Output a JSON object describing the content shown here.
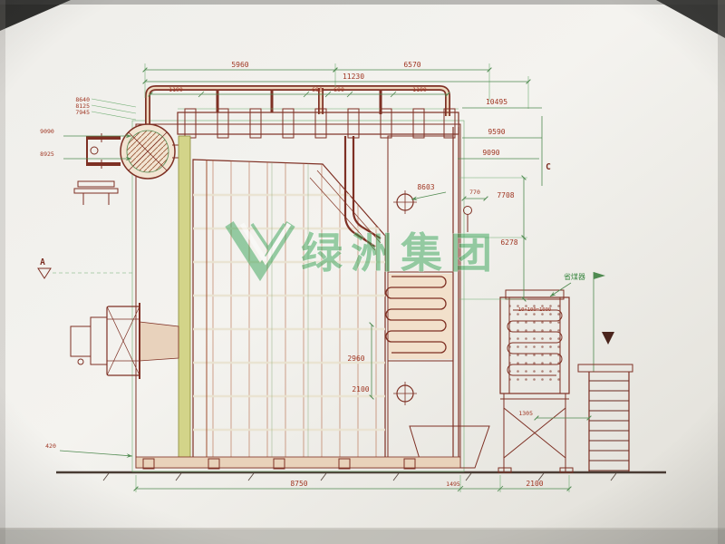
{
  "watermark": {
    "brand": "绿洲集团",
    "color": "#2fa050"
  },
  "markers": {
    "section_a": "A",
    "grid_c": "C"
  },
  "labels": {
    "economizer": "省煤器",
    "coil_pitch": "10×100=1000"
  },
  "dims": {
    "top_left": "5960",
    "top_right": "6570",
    "top_total": "11230",
    "chain_1": "1190",
    "chain_2": "680",
    "chain_3": "600",
    "chain_4": "1190",
    "right_el_1": "10495",
    "right_el_2": "9590",
    "right_el_3": "9090",
    "left_el_1": "9090",
    "left_el_2": "8925",
    "left_stack_1": "8640",
    "left_stack_2": "8125",
    "left_stack_3": "7945",
    "mid_leader": "8603",
    "small_770": "770",
    "vert_1": "7708",
    "vert_2": "6278",
    "inner_1": "2960",
    "inner_2": "2100",
    "stair_gap": "1305",
    "bottom_1": "8750",
    "bottom_2": "1495",
    "bottom_3": "2100",
    "left_bottom": "420"
  }
}
